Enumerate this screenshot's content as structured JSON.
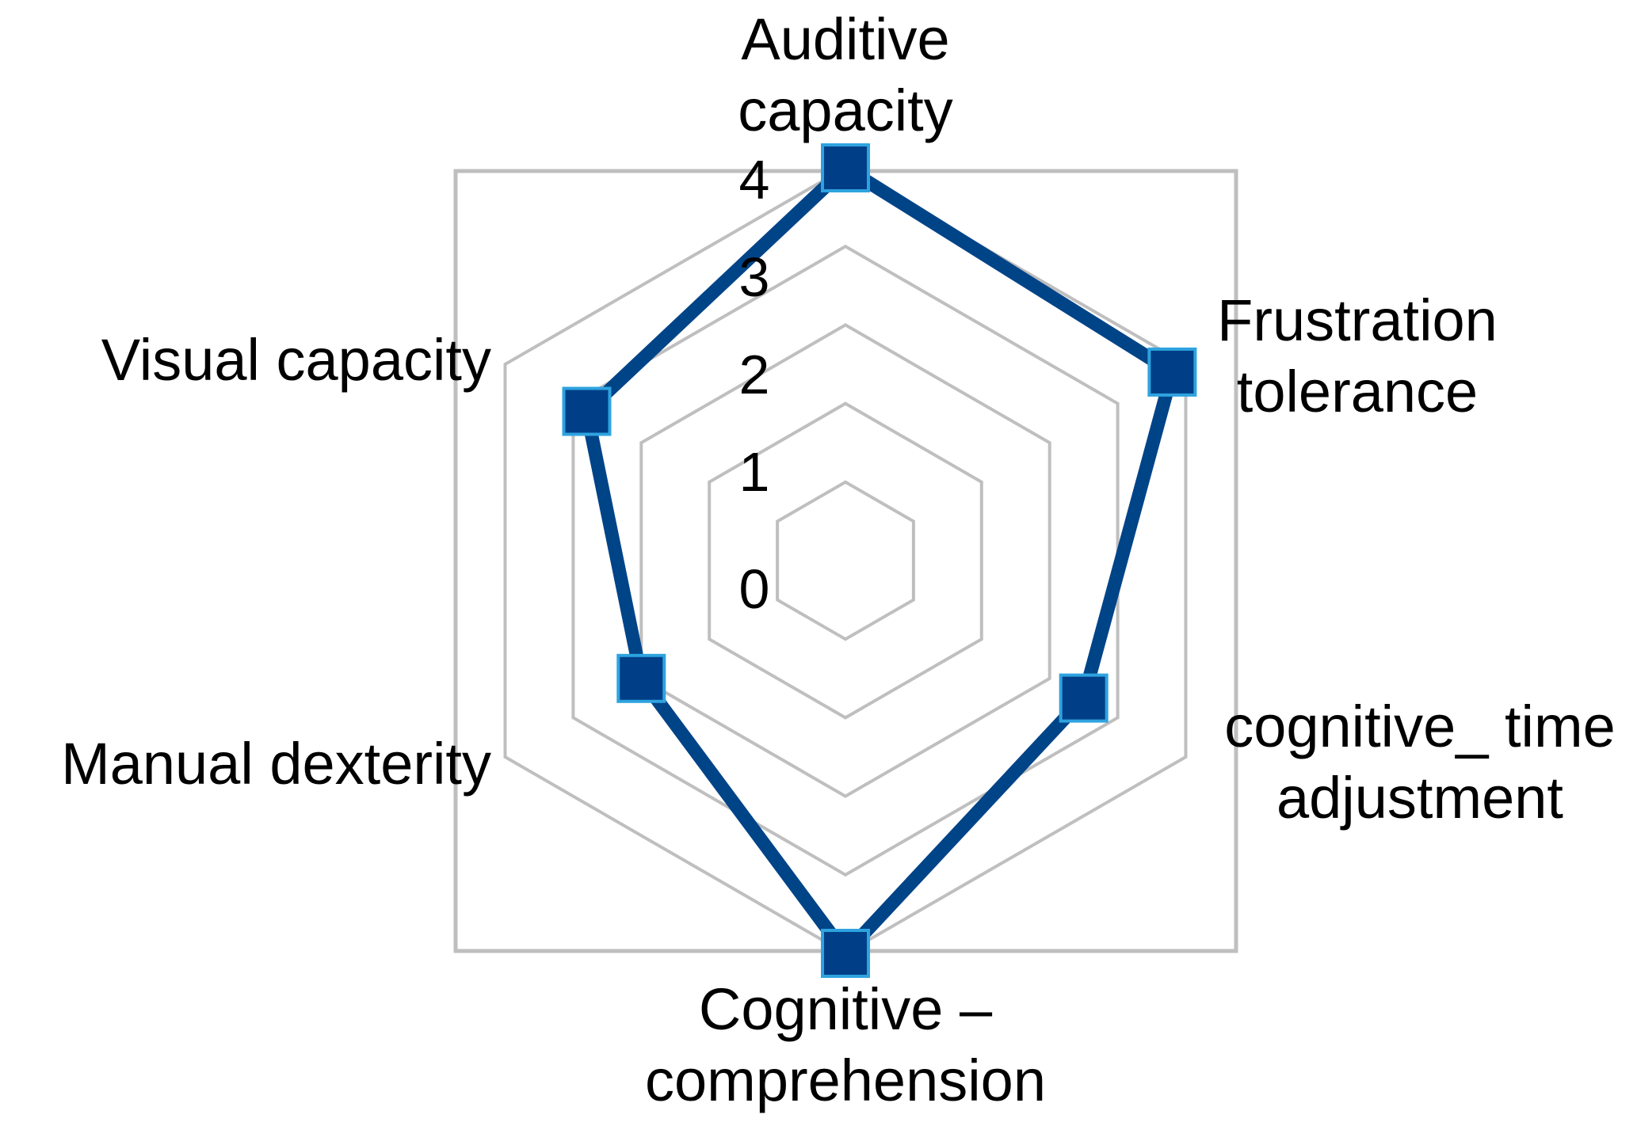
{
  "chart_data": {
    "type": "radar",
    "categories": [
      [
        "Auditive",
        "capacity"
      ],
      [
        "Frustration",
        "tolerance"
      ],
      [
        "cognitive_ time",
        "adjustment"
      ],
      [
        "Cognitive –",
        "comprehension"
      ],
      [
        "Manual dexterity"
      ],
      [
        "Visual capacity"
      ]
    ],
    "series": [
      {
        "values": [
          4,
          3.8,
          2.5,
          4,
          2,
          2.8
        ]
      }
    ],
    "r_ticks": [
      "0",
      "1",
      "2",
      "3",
      "4"
    ],
    "r_range": [
      0,
      4
    ],
    "grid": true,
    "legend": "none",
    "colors": {
      "series": "#004488",
      "marker_fill": "#003f87",
      "marker_edge": "#2ea3df",
      "grid": "#bfbfbf",
      "frame": "#bfbfbf"
    }
  }
}
